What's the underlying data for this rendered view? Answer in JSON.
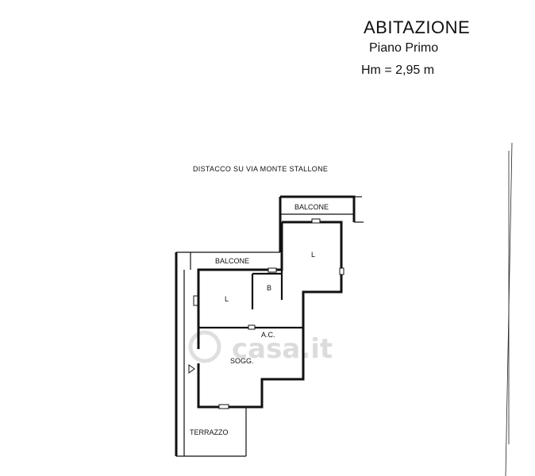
{
  "header": {
    "title": "ABITAZIONE",
    "floor": "Piano Primo",
    "height": "Hm = 2,95 m"
  },
  "street_label": "DISTACCO SU VIA MONTE STALLONE",
  "rooms": {
    "balcone_top": "BALCONE",
    "balcone_left": "BALCONE",
    "l_right": "L",
    "l_left": "L",
    "b": "B",
    "ac": "A.C.",
    "sogg": "SOGG.",
    "terrazzo": "TERRAZZO"
  },
  "watermark": "casa.it"
}
